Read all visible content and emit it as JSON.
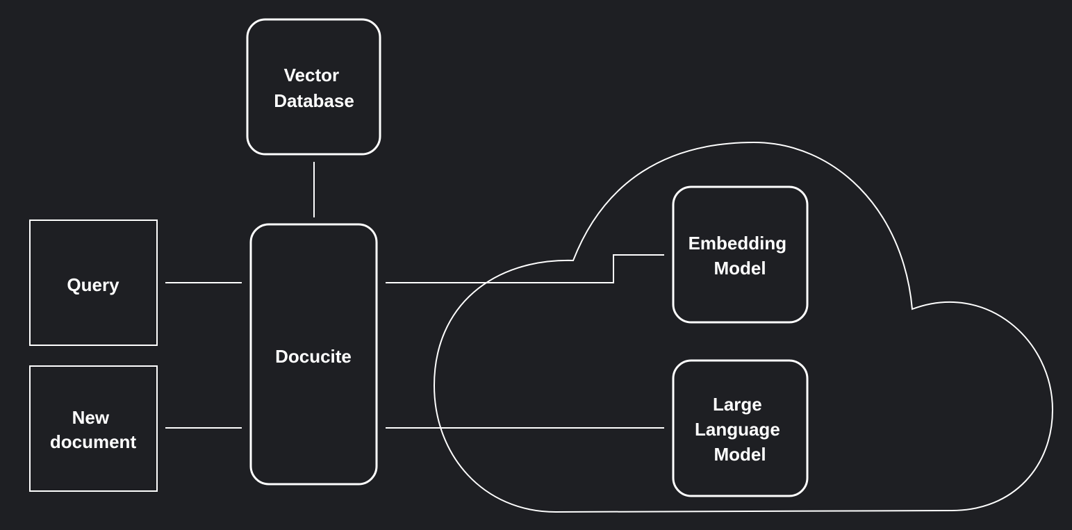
{
  "diagram": {
    "background": "#1e1f23",
    "stroke_color": "#ffffff",
    "nodes": {
      "query": {
        "lines": [
          "Query"
        ]
      },
      "new_document": {
        "lines": [
          "New",
          "document"
        ]
      },
      "docucite": {
        "lines": [
          "Docucite"
        ]
      },
      "vector_database": {
        "lines": [
          "Vector",
          "Database"
        ]
      },
      "embedding_model": {
        "lines": [
          "Embedding",
          "Model"
        ]
      },
      "large_language_model": {
        "lines": [
          "Large",
          "Language",
          "Model"
        ]
      }
    },
    "edges": [
      {
        "from": "query",
        "to": "docucite"
      },
      {
        "from": "new_document",
        "to": "docucite"
      },
      {
        "from": "vector_database",
        "to": "docucite"
      },
      {
        "from": "docucite",
        "to": "embedding_model"
      },
      {
        "from": "docucite",
        "to": "large_language_model"
      }
    ],
    "groups": [
      {
        "shape": "cloud",
        "contains": [
          "embedding_model",
          "large_language_model"
        ]
      }
    ]
  }
}
